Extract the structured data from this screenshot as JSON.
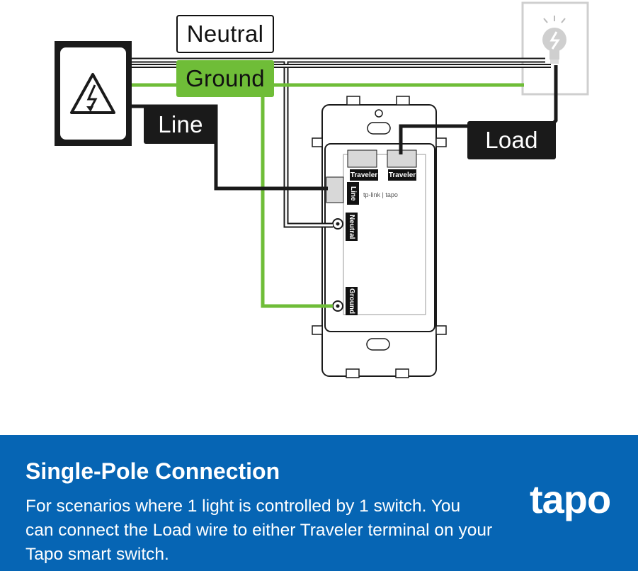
{
  "labels": {
    "neutral": "Neutral",
    "ground": "Ground",
    "line": "Line",
    "load": "Load"
  },
  "terminals": {
    "traveler_1": "Traveler",
    "traveler_2": "Traveler",
    "line": "Line",
    "neutral": "Neutral",
    "ground": "Ground"
  },
  "device_brand": "tp-link | tapo",
  "footer": {
    "title": "Single-Pole Connection",
    "body": "For scenarios where 1 light is controlled by 1 switch. You can connect the Load wire to either Traveler terminal on your Tapo smart switch."
  },
  "brand": "tapo",
  "icons": {
    "power_source": "high-voltage-icon",
    "light": "light-bulb-icon"
  },
  "colors": {
    "ground_wire": "#6fbd38",
    "line_wire": "#1a1a1a",
    "footer_background": "#0665b4",
    "text_on_footer": "#ffffff"
  }
}
